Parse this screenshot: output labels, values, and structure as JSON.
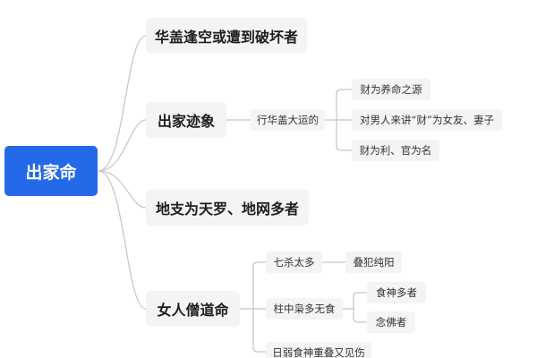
{
  "mindmap": {
    "root": {
      "label": "出家命",
      "color": "#2469e8"
    },
    "branches": [
      {
        "label": "华盖逢空或遭到破坏者"
      },
      {
        "label": "出家迹象",
        "child": {
          "label": "行华盖大运的",
          "children": [
            {
              "label": "财为养命之源"
            },
            {
              "label": "对男人来讲“财”为女友、妻子"
            },
            {
              "label": "财为利、官为名"
            }
          ]
        }
      },
      {
        "label": "地支为天罗、地网多者"
      },
      {
        "label": "女人僧道命",
        "children": [
          {
            "label": "七杀太多",
            "children": [
              {
                "label": "叠犯纯阳"
              }
            ]
          },
          {
            "label": "柱中枭多无食",
            "children": [
              {
                "label": "食神多者"
              },
              {
                "label": "念佛者"
              }
            ]
          },
          {
            "label": "日弱食神重叠又见伤"
          }
        ]
      }
    ],
    "line_color": "#c8c8c8",
    "node_bg": "#f3f4f6"
  }
}
